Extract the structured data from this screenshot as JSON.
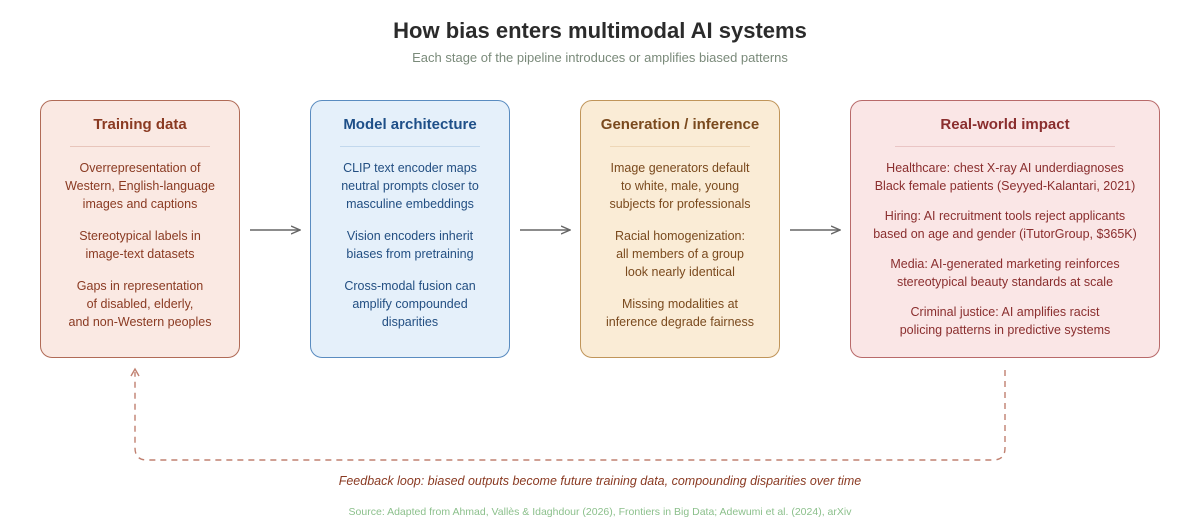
{
  "header": {
    "title": "How bias enters multimodal AI systems",
    "subtitle": "Each stage of the pipeline introduces or amplifies biased patterns"
  },
  "stages": [
    {
      "title": "Training data",
      "items": [
        "Overrepresentation of\nWestern, English-language\nimages and captions",
        "Stereotypical labels in\nimage-text datasets",
        "Gaps in representation\nof disabled, elderly,\nand non-Western peoples"
      ]
    },
    {
      "title": "Model architecture",
      "items": [
        "CLIP text encoder maps\nneutral prompts closer to\nmasculine embeddings",
        "Vision encoders inherit\nbiases from pretraining",
        "Cross-modal fusion can\namplify compounded\ndisparities"
      ]
    },
    {
      "title": "Generation / inference",
      "items": [
        "Image generators default\nto white, male, young\nsubjects for professionals",
        "Racial homogenization:\nall members of a group\nlook nearly identical",
        "Missing modalities at\ninference degrade fairness"
      ]
    },
    {
      "title": "Real-world impact",
      "items": [
        "Healthcare: chest X-ray AI underdiagnoses\nBlack female patients (Seyyed-Kalantari, 2021)",
        "Hiring: AI recruitment tools reject applicants\nbased on age and gender (iTutorGroup, $365K)",
        "Media: AI-generated marketing reinforces\nstereotypical beauty standards at scale",
        "Criminal justice: AI amplifies racist\npolicing patterns in predictive systems"
      ]
    }
  ],
  "feedback_loop": {
    "label": "Feedback loop: biased outputs become future training data, compounding disparities over time"
  },
  "footer": {
    "source": "Source: Adapted from Ahmad, Vallès & Idaghdour (2026), Frontiers in Big Data; Adewumi et al. (2024), arXiv"
  },
  "colors": {
    "training_data": "#fae9e3",
    "model_architecture": "#e5f0fa",
    "generation_inference": "#faecd6",
    "real_world_impact": "#fae6e6",
    "arrow": "#666666",
    "feedback_loop": "#c08070"
  }
}
